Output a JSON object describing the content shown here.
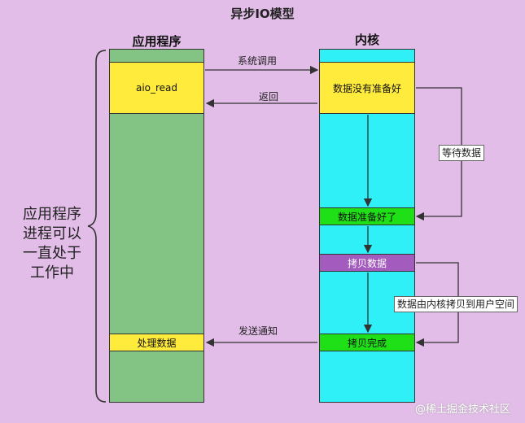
{
  "title": "异步IO模型",
  "app_column": {
    "heading": "应用程序",
    "aio_read": "aio_read",
    "process_data": "处理数据"
  },
  "kernel_column": {
    "heading": "内核",
    "data_not_ready": "数据没有准备好",
    "data_ready": "数据准备好了",
    "copy_data": "拷贝数据",
    "copy_done": "拷贝完成"
  },
  "arrows": {
    "syscall": "系统调用",
    "return": "返回",
    "wait_data": "等待数据",
    "copy_path": "数据由内核拷贝到用户空间",
    "notify": "发送通知"
  },
  "side_note": [
    "应用程序",
    "进程可以",
    "一直处于",
    "工作中"
  ],
  "watermark": "@稀土掘金技术社区",
  "colors": {
    "background": "#e2bde8",
    "app": "#83c484",
    "kernel": "#2ff0f6",
    "yellow": "#ffeb3b",
    "green": "#1fe017",
    "purple": "#a35bbd"
  }
}
